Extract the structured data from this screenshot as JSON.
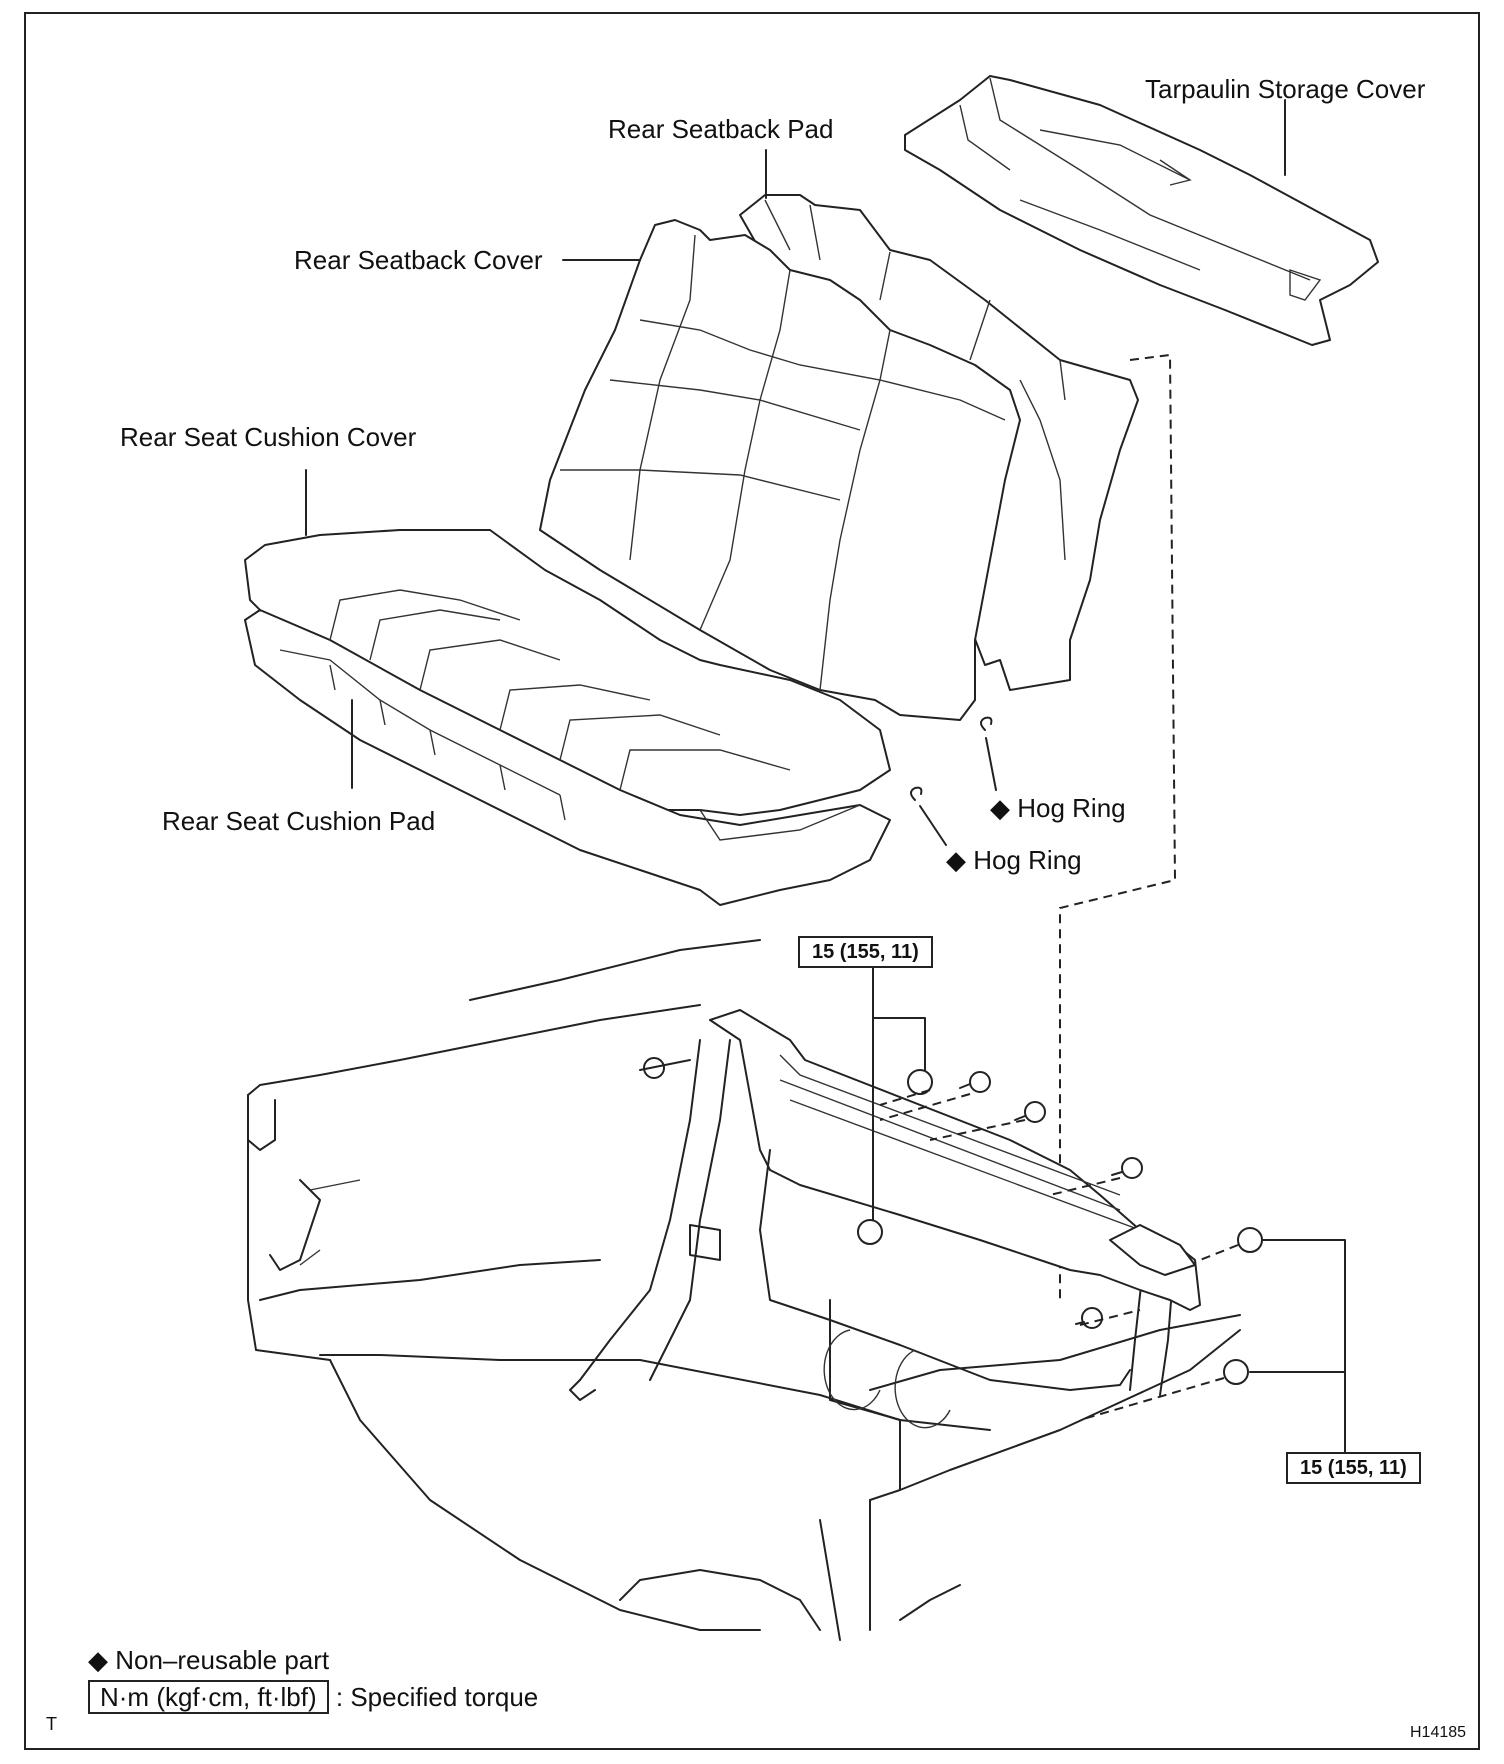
{
  "labels": {
    "tarpaulin_storage_cover": "Tarpaulin Storage Cover",
    "rear_seatback_pad": "Rear Seatback Pad",
    "rear_seatback_cover": "Rear Seatback Cover",
    "rear_seat_cushion_cover": "Rear Seat Cushion Cover",
    "rear_seat_cushion_pad": "Rear Seat Cushion Pad",
    "hog_ring_upper": "Hog Ring",
    "hog_ring_lower": "Hog Ring"
  },
  "torque_specs": {
    "upper": "15 (155, 11)",
    "lower": "15 (155, 11)"
  },
  "legend": {
    "non_reusable_symbol": "◆",
    "non_reusable_text": "Non–reusable part",
    "torque_unit_box": "N·m (kgf·cm, ft·lbf)",
    "torque_unit_text": ": Specified torque"
  },
  "corner_mark": "T",
  "figure_code": "H14185",
  "colors": {
    "ink": "#222222",
    "paper": "#ffffff"
  }
}
